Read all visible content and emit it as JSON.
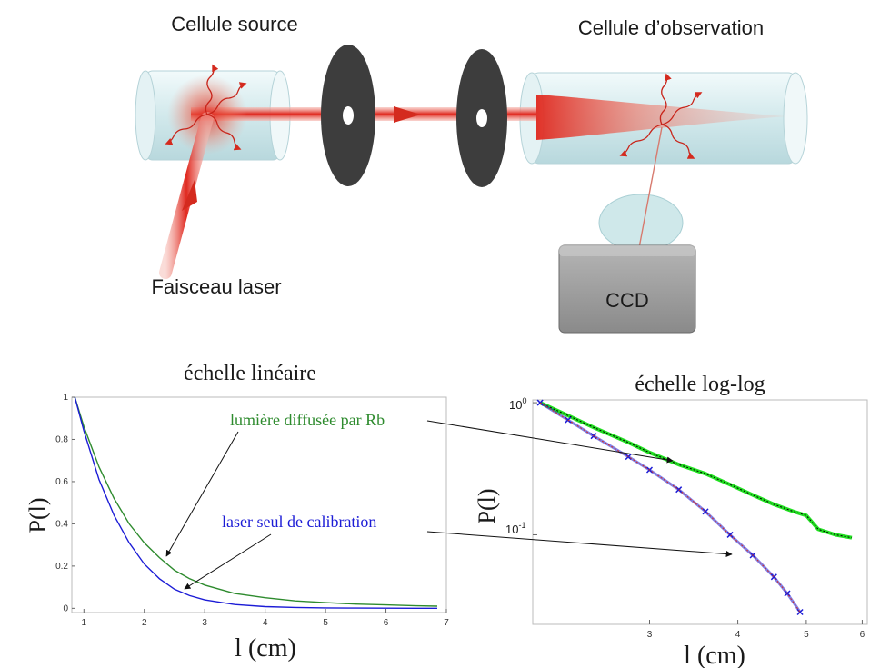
{
  "setup": {
    "source_cell_label": "Cellule source",
    "observation_cell_label": "Cellule d’observation",
    "laser_label": "Faisceau laser",
    "camera_label": "CCD"
  },
  "linear_plot": {
    "title": "échelle linéaire",
    "ylabel": "P(l)",
    "xlabel": "l (cm)",
    "annotation_rb": "lumière diffusée par Rb",
    "annotation_laser": "laser seul de calibration"
  },
  "loglog_plot": {
    "title": "échelle log-log",
    "ylabel": "P(l)",
    "xlabel": "l (cm)",
    "y_top_label": "10",
    "y_top_exp": "0",
    "y_mid_label": "10",
    "y_mid_exp": "-1"
  },
  "colors": {
    "laser_red": "#e0281e",
    "rb_green": "#2e8b2e",
    "rb_bright_green": "#22e022",
    "laser_blue": "#1c1cd6",
    "disk": "#3d3d3d",
    "cell_glass": "#d6ecef",
    "ccd_body": "#8c8c8c"
  },
  "chart_data": [
    {
      "type": "line",
      "title": "échelle linéaire",
      "xlabel": "l (cm)",
      "ylabel": "P(l)",
      "xlim": [
        0.8,
        7
      ],
      "ylim": [
        -0.02,
        1
      ],
      "x_ticks": [
        "1",
        "2",
        "3",
        "4",
        "5",
        "6",
        "7"
      ],
      "y_ticks": [
        "0",
        "0.2",
        "0.4",
        "0.6",
        "0.8",
        "1"
      ],
      "series": [
        {
          "name": "lumière diffusée par Rb",
          "color": "#2e8b2e",
          "x": [
            0.85,
            1.0,
            1.25,
            1.5,
            1.75,
            2.0,
            2.25,
            2.5,
            2.75,
            3.0,
            3.5,
            4.0,
            4.5,
            5.0,
            5.5,
            6.0,
            6.5,
            6.85
          ],
          "values": [
            1.0,
            0.86,
            0.67,
            0.52,
            0.4,
            0.31,
            0.24,
            0.18,
            0.14,
            0.11,
            0.07,
            0.05,
            0.035,
            0.027,
            0.02,
            0.016,
            0.012,
            0.01
          ]
        },
        {
          "name": "laser seul de calibration",
          "color": "#1c1cd6",
          "x": [
            0.85,
            1.0,
            1.25,
            1.5,
            1.75,
            2.0,
            2.25,
            2.5,
            2.75,
            3.0,
            3.5,
            4.0,
            4.5,
            5.0,
            5.5,
            6.0,
            6.5,
            6.85
          ],
          "values": [
            1.0,
            0.84,
            0.61,
            0.44,
            0.31,
            0.21,
            0.14,
            0.09,
            0.06,
            0.04,
            0.018,
            0.008,
            0.004,
            0.002,
            0.001,
            0.0005,
            0.0003,
            0.0002
          ]
        }
      ]
    },
    {
      "type": "scatter",
      "title": "échelle log-log",
      "xlabel": "l (cm)",
      "ylabel": "P(l)",
      "x_scale": "log",
      "y_scale": "log",
      "xlim": [
        2.05,
        6.1
      ],
      "ylim": [
        0.021,
        1.05
      ],
      "x_ticks": [
        "3",
        "4",
        "5",
        "6"
      ],
      "series": [
        {
          "name": "lumière diffusée par Rb",
          "color": "#22e022",
          "x": [
            2.1,
            2.3,
            2.5,
            2.8,
            3.0,
            3.3,
            3.6,
            3.9,
            4.2,
            4.5,
            4.8,
            5.0,
            5.2,
            5.5,
            5.8
          ],
          "values": [
            1.0,
            0.8,
            0.65,
            0.5,
            0.42,
            0.34,
            0.29,
            0.24,
            0.2,
            0.17,
            0.15,
            0.14,
            0.11,
            0.1,
            0.095
          ]
        },
        {
          "name": "laser seul de calibration",
          "color": "#1c1cd6",
          "x": [
            2.1,
            2.3,
            2.5,
            2.8,
            3.0,
            3.3,
            3.6,
            3.9,
            4.2,
            4.5,
            4.7,
            4.9
          ],
          "values": [
            1.0,
            0.74,
            0.56,
            0.39,
            0.31,
            0.22,
            0.15,
            0.1,
            0.07,
            0.048,
            0.036,
            0.026
          ]
        }
      ]
    }
  ]
}
